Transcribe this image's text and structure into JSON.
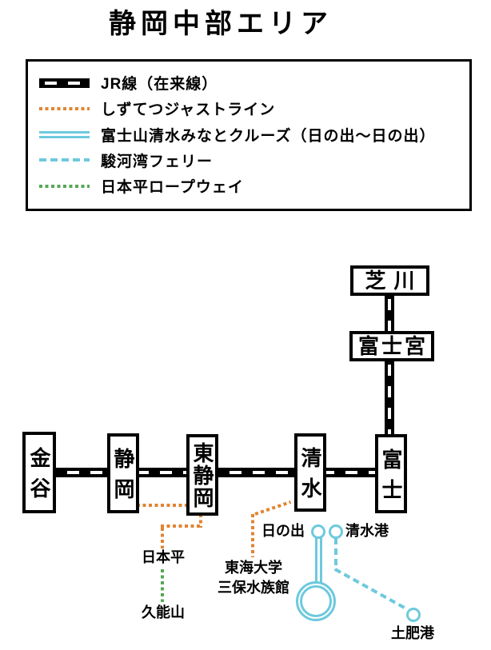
{
  "title": "静岡中部エリア",
  "legend": {
    "items": [
      {
        "label": "JR線（在来線）",
        "line_style": "jr-black-white-dash"
      },
      {
        "label": "しずてつジャストライン",
        "line_style": "orange-dotted"
      },
      {
        "label": "富士山清水みなとクルーズ（日の出～日の出）",
        "line_style": "lightblue-double-solid"
      },
      {
        "label": "駿河湾フェリー",
        "line_style": "lightblue-dashed"
      },
      {
        "label": "日本平ロープウェイ",
        "line_style": "green-dotted"
      }
    ]
  },
  "map": {
    "stations": {
      "shibakawa": "芝川",
      "fujinomiya": "富士宮",
      "kanaya": "金谷",
      "shizuoka": "静岡",
      "higashi_shizuoka": "東静岡",
      "shimizu": "清水",
      "fuji": "富士"
    },
    "places": {
      "nihondaira": "日本平",
      "kunozan": "久能山",
      "hinode": "日の出",
      "shimizuko": "清水港",
      "tokai_univ_line1": "東海大学",
      "tokai_univ_line2": "三保水族館",
      "toiko": "土肥港"
    }
  },
  "colors": {
    "jr_black": "#000000",
    "justline_orange": "#E08432",
    "cruise_blue": "#6EC9DD",
    "ferry_blue": "#6EC9DD",
    "ropeway_green": "#57A757"
  }
}
